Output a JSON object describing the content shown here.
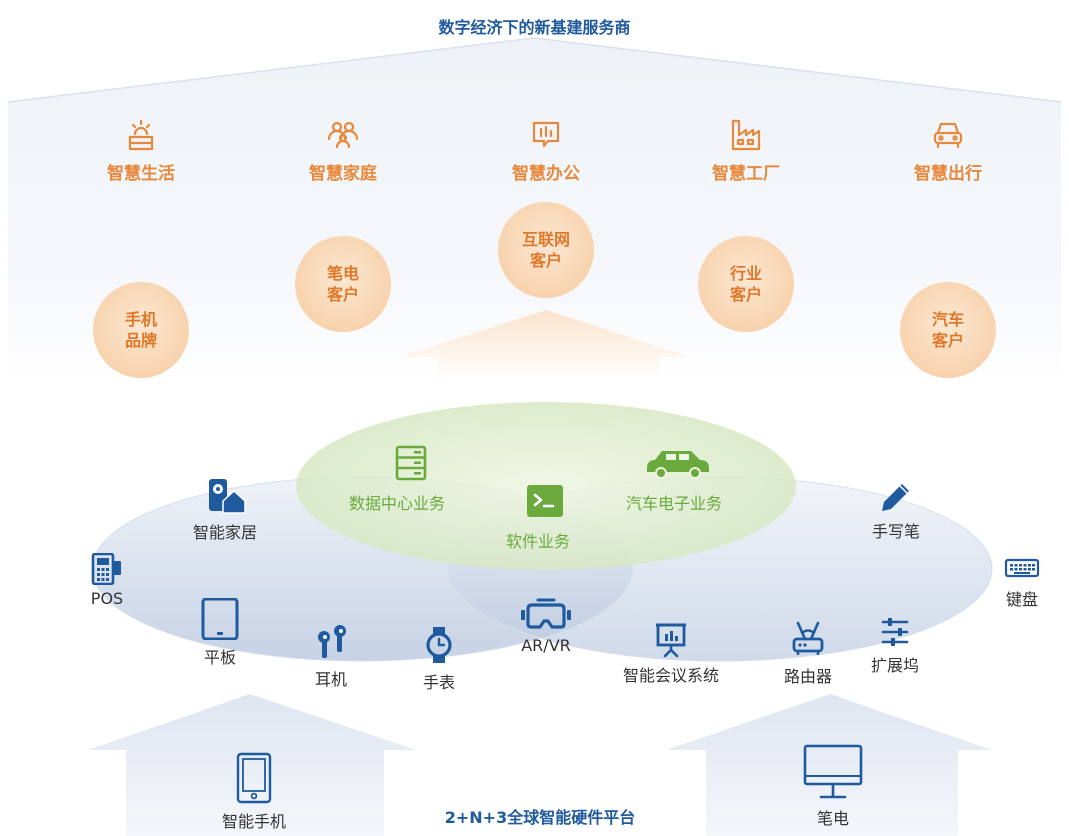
{
  "top_title": "数字经济下的新基建服务商",
  "bottom_title": "2+N+3全球智能硬件平台",
  "scenes": [
    {
      "label": "智慧生活",
      "icon": "home-life-icon"
    },
    {
      "label": "智慧家庭",
      "icon": "family-icon"
    },
    {
      "label": "智慧办公",
      "icon": "office-chat-icon"
    },
    {
      "label": "智慧工厂",
      "icon": "factory-icon"
    },
    {
      "label": "智慧出行",
      "icon": "car-icon"
    }
  ],
  "clients": [
    {
      "line1": "手机",
      "line2": "品牌"
    },
    {
      "line1": "笔电",
      "line2": "客户"
    },
    {
      "line1": "互联网",
      "line2": "客户"
    },
    {
      "line1": "行业",
      "line2": "客户"
    },
    {
      "line1": "汽车",
      "line2": "客户"
    }
  ],
  "businesses": [
    {
      "label": "数据中心业务",
      "icon": "server-icon"
    },
    {
      "label": "汽车电子业务",
      "icon": "car-icon"
    },
    {
      "label": "软件业务",
      "icon": "terminal-icon"
    }
  ],
  "devices": [
    {
      "label": "智能家居",
      "icon": "smart-home-icon"
    },
    {
      "label": "POS",
      "icon": "pos-terminal-icon"
    },
    {
      "label": "平板",
      "icon": "tablet-icon"
    },
    {
      "label": "耳机",
      "icon": "earbuds-icon"
    },
    {
      "label": "手表",
      "icon": "watch-icon"
    },
    {
      "label": "AR/VR",
      "icon": "vr-headset-icon"
    },
    {
      "label": "智能会议系统",
      "icon": "presentation-icon"
    },
    {
      "label": "路由器",
      "icon": "router-icon"
    },
    {
      "label": "扩展坞",
      "icon": "sliders-icon"
    },
    {
      "label": "手写笔",
      "icon": "pen-icon"
    },
    {
      "label": "键盘",
      "icon": "keyboard-icon"
    }
  ],
  "bases": [
    {
      "label": "智能手机",
      "icon": "phone-icon"
    },
    {
      "label": "笔电",
      "icon": "monitor-icon"
    }
  ],
  "colors": {
    "orange": "#e8883a",
    "blue": "#1f5a9e",
    "green": "#6aaa3c",
    "circle": "#f8d3ae"
  }
}
